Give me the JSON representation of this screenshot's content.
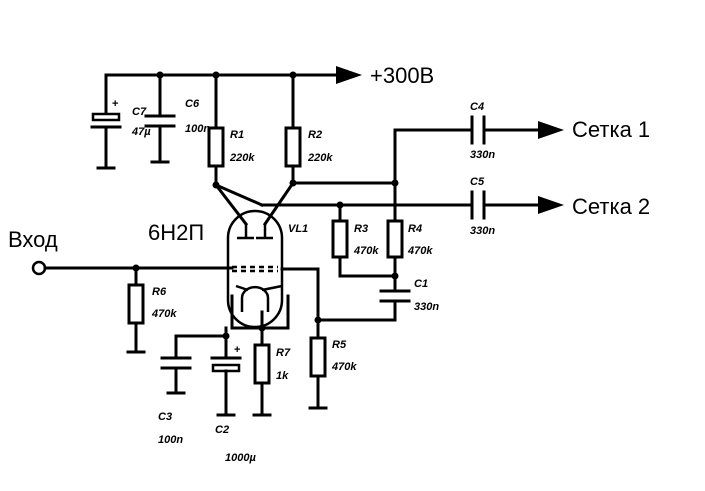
{
  "labels": {
    "supply": "+300В",
    "input": "Вход",
    "tube_type": "6Н2П",
    "out1": "Сетка 1",
    "out2": "Сетка 2"
  },
  "components": {
    "vl1": "VL1",
    "c7": {
      "name": "C7",
      "value": "47µ"
    },
    "c6": {
      "name": "C6",
      "value": "100n"
    },
    "r1": {
      "name": "R1",
      "value": "220k"
    },
    "r2": {
      "name": "R2",
      "value": "220k"
    },
    "c4": {
      "name": "C4",
      "value": "330n"
    },
    "c5": {
      "name": "C5",
      "value": "330n"
    },
    "r3": {
      "name": "R3",
      "value": "470k"
    },
    "r4": {
      "name": "R4",
      "value": "470k"
    },
    "c1": {
      "name": "C1",
      "value": "330n"
    },
    "r6": {
      "name": "R6",
      "value": "470k"
    },
    "r7": {
      "name": "R7",
      "value": "1k"
    },
    "r5": {
      "name": "R5",
      "value": "470k"
    },
    "c3": {
      "name": "C3",
      "value": "100n"
    },
    "c2": {
      "name": "C2",
      "value": "1000µ"
    }
  },
  "polarity_mark": "+"
}
